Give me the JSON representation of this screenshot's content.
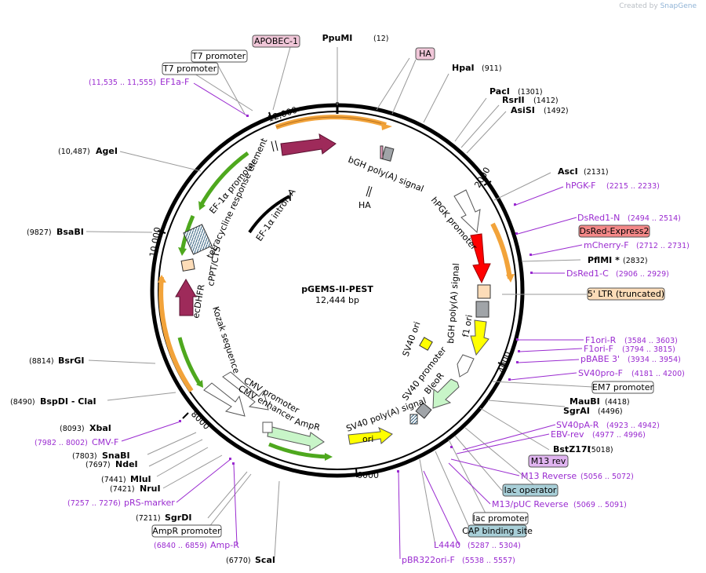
{
  "credit": {
    "prefix": "Created by",
    "brand": "SnapGene"
  },
  "plasmid": {
    "name": "pGEMS-II-PEST",
    "length": "12,444 bp"
  },
  "ticks": [
    "2000",
    "4000",
    "6000",
    "8000",
    "10,000",
    "12,000"
  ],
  "enzymes": [
    {
      "name": "PpuMI",
      "pos": "(12)"
    },
    {
      "name": "HpaI",
      "pos": "(911)"
    },
    {
      "name": "PacI",
      "pos": "(1301)"
    },
    {
      "name": "RsrII",
      "pos": "(1412)"
    },
    {
      "name": "AsiSI",
      "pos": "(1492)"
    },
    {
      "name": "AscI",
      "pos": "(2131)"
    },
    {
      "name": "PflMI *",
      "pos": "(2832)"
    },
    {
      "name": "MauBI",
      "pos": "(4418)"
    },
    {
      "name": "SgrAI",
      "pos": "(4496)"
    },
    {
      "name": "BstZ17I",
      "pos": "(5018)"
    },
    {
      "name": "ScaI",
      "pos": "(6770)"
    },
    {
      "name": "SgrDI",
      "pos": "(7211)"
    },
    {
      "name": "NruI",
      "pos": "(7421)"
    },
    {
      "name": "MluI",
      "pos": "(7441)"
    },
    {
      "name": "NdeI",
      "pos": "(7697)"
    },
    {
      "name": "SnaBI",
      "pos": "(7803)"
    },
    {
      "name": "XbaI",
      "pos": "(8093)"
    },
    {
      "name": "BspDI - ClaI",
      "pos": "(8490)"
    },
    {
      "name": "BsrGI",
      "pos": "(8814)"
    },
    {
      "name": "BsaBI",
      "pos": "(9827)"
    },
    {
      "name": "AgeI",
      "pos": "(10,487)"
    }
  ],
  "primers": [
    {
      "name": "hPGK-F",
      "pos": "(2215 .. 2233)"
    },
    {
      "name": "DsRed1-N",
      "pos": "(2494 .. 2514)"
    },
    {
      "name": "mCherry-F",
      "pos": "(2712 .. 2731)"
    },
    {
      "name": "DsRed1-C",
      "pos": "(2906 .. 2929)"
    },
    {
      "name": "F1ori-R",
      "pos": "(3584 .. 3603)"
    },
    {
      "name": "F1ori-F",
      "pos": "(3794 .. 3815)"
    },
    {
      "name": "pBABE 3'",
      "pos": "(3934 .. 3954)"
    },
    {
      "name": "SV40pro-F",
      "pos": "(4181 .. 4200)"
    },
    {
      "name": "SV40pA-R",
      "pos": "(4923 .. 4942)"
    },
    {
      "name": "EBV-rev",
      "pos": "(4977 .. 4996)"
    },
    {
      "name": "M13 Reverse",
      "pos": "(5056 .. 5072)"
    },
    {
      "name": "M13/pUC Reverse",
      "pos": "(5069 .. 5091)"
    },
    {
      "name": "L4440",
      "pos": "(5287 .. 5304)"
    },
    {
      "name": "pBR322ori-F",
      "pos": "(5538 .. 5557)"
    },
    {
      "name": "Amp-R",
      "pos": "(6840 .. 6859)"
    },
    {
      "name": "pRS-marker",
      "pos": "(7257 .. 7276)"
    },
    {
      "name": "CMV-F",
      "pos": "(7982 .. 8002)"
    },
    {
      "name": "EF1a-F",
      "pos": "(11,535 .. 11,555)"
    }
  ],
  "boxed": {
    "apobec": "APOBEC-1",
    "ha": "HA",
    "dsred_express2": "DsRed-Express2",
    "ltr": "5' LTR (truncated)",
    "em7": "EM7 promoter",
    "m13rev": "M13 rev",
    "lac_operator": "lac operator",
    "lac_promoter": "lac promoter",
    "cap": "CAP binding site",
    "ampr_promoter": "AmpR promoter",
    "t7a": "T7 promoter",
    "t7b": "T7 promoter"
  },
  "inner": {
    "bgh1": "bGH poly(A) signal",
    "ha": "HA",
    "hpgk": "hPGK promoter",
    "bgh2": "bGH poly(A) signal",
    "f1ori": "f1 ori",
    "sv40ori": "SV40 ori",
    "sv40promoter": "SV40 promoter",
    "bleor": "BleoR",
    "sv40polya": "SV40 poly(A) signal",
    "ori": "ori",
    "ampr": "AmpR",
    "cmvpromoter": "CMV promoter",
    "cmvenhancer": "CMV enhancer",
    "kozak": "Kozak sequence",
    "ecdhfr": "ecDHFR",
    "cppt": "cPPT/CTS",
    "tre": "tetracycline response element",
    "ef1a_promoter": "EF-1α promoter",
    "ef1a_intron": "EF-1α intron A"
  },
  "colors": {
    "primer": "#9a2bd0",
    "green": "#4ea81e",
    "orange": "#f2a33a",
    "maroon": "#9e2a5a",
    "red": "#ff0000",
    "yellow": "#ffff00"
  }
}
